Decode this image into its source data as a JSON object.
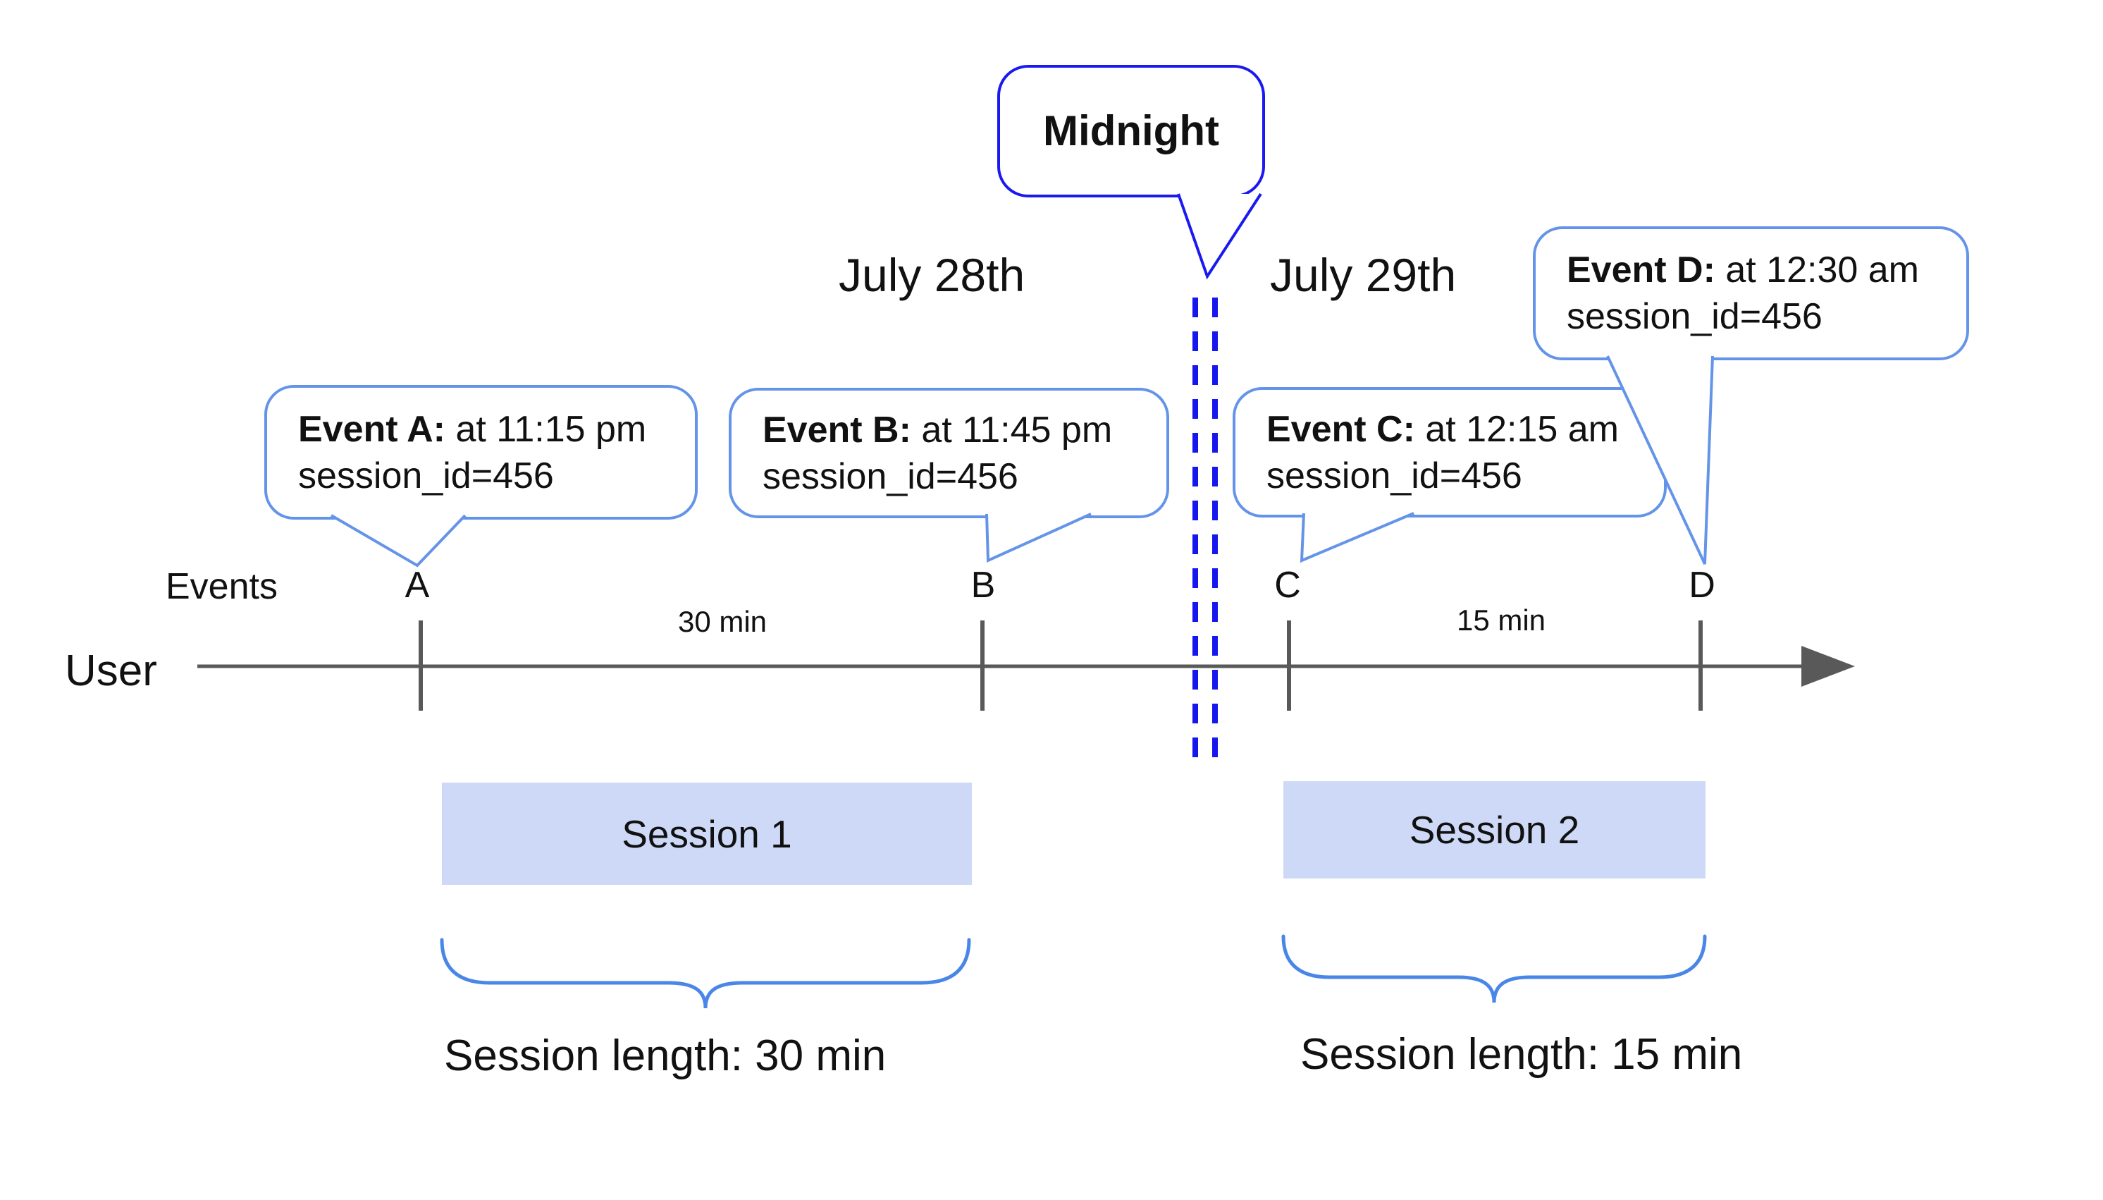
{
  "diagram": {
    "title_semantic": "Sessions spanning midnight timeline diagram",
    "dates": {
      "left": "July 28th",
      "right": "July 29th"
    },
    "midnight_label": "Midnight",
    "axis": {
      "events_label": "Events",
      "user_label": "User"
    },
    "gaps": [
      {
        "label": "30 min"
      },
      {
        "label": "15 min"
      }
    ],
    "events": [
      {
        "letter": "A",
        "title": "Event A:",
        "time": " at 11:15 pm",
        "detail": "session_id=456"
      },
      {
        "letter": "B",
        "title": "Event B:",
        "time": " at 11:45 pm",
        "detail": "session_id=456"
      },
      {
        "letter": "C",
        "title": "Event C:",
        "time": " at 12:15 am",
        "detail": "session_id=456"
      },
      {
        "letter": "D",
        "title": "Event D:",
        "time": " at 12:30 am",
        "detail": "session_id=456"
      }
    ],
    "sessions": [
      {
        "label": "Session 1",
        "length": "Session length: 30 min"
      },
      {
        "label": "Session 2",
        "length": "Session length: 15 min"
      }
    ],
    "colors": {
      "bubble_border_blue": "#6494e8",
      "midnight_border_blue": "#1a1af0",
      "dashed_line_blue": "#1616ee",
      "brace_blue": "#4a86e8",
      "session_fill_blue": "#cdd9f6",
      "timeline_gray": "#595959"
    }
  }
}
